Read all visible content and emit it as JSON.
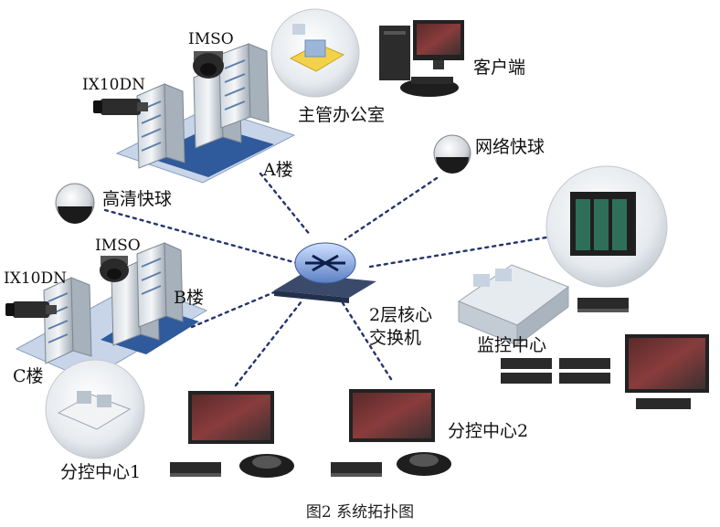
{
  "labels": {
    "imso_a": "IMSO",
    "ix10dn_a": "IX10DN",
    "office": "主管办公室",
    "client": "客户端",
    "building_a": "A楼",
    "network_dome": "网络快球",
    "hd_dome": "高清快球",
    "imso_b": "IMSO",
    "ix10dn_b": "IX10DN",
    "building_b": "B楼",
    "core_switch_line1": "2层核心",
    "core_switch_line2": "交换机",
    "monitor_center": "监控中心",
    "building_c": "C楼",
    "sub_center_1": "分控中心1",
    "sub_center_2": "分控中心2"
  },
  "caption": "图2 系统拓扑图",
  "colors": {
    "link": "#24346e",
    "building_base": "#2f5a9c",
    "bubble": "#e9edf1",
    "switch": "#6b8fd0",
    "device_dark": "#2c2c2c"
  }
}
